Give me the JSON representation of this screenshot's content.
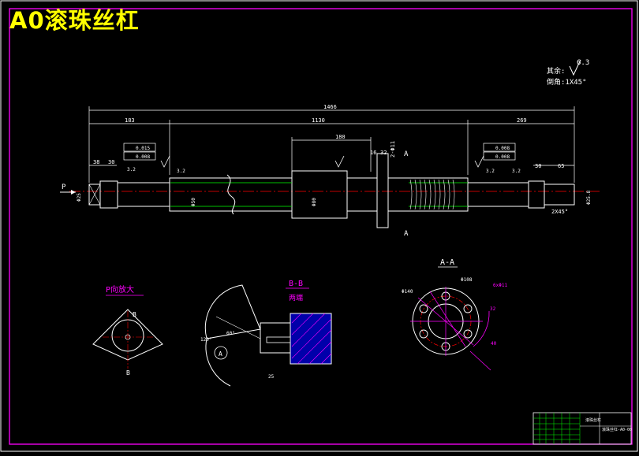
{
  "drawing_title": "A0滚珠丝杠",
  "notes": {
    "roughness_label": "其余:",
    "roughness_value": "6.3",
    "chamfer_label": "倒角:1X45°"
  },
  "dimensions": {
    "overall_length": "1466",
    "left_length": "183",
    "middle_length": "1130",
    "right_length": "269",
    "nut_length": "180",
    "flange_a": "16",
    "flange_b": "32",
    "flange_c": "2-Φ11",
    "left_d1": "38",
    "left_d2": "30",
    "right_d1": "30",
    "right_d2": "65",
    "dia_left_end": "Φ25",
    "chamfer_right": "2X45°",
    "dia_right_end": "Φ25.8",
    "nut_dia": "Φ80",
    "shaft_dia": "Φ50",
    "tol_1": "0.015",
    "tol_2": "0.008",
    "tol_3": "0.008",
    "tol_4": "0.008",
    "ra_1": "3.2",
    "ra_2": "3.2",
    "ra_3": "3.2",
    "ra_4": "3.2"
  },
  "section_labels": {
    "arrow_p": "P",
    "arrow_a_top": "A",
    "arrow_a_bottom": "A",
    "view_p": "P向放大",
    "view_b": "B-B",
    "view_b_sub": "两端",
    "view_a": "A-A",
    "b_top": "B",
    "b_bottom": "B",
    "circle_a": "A",
    "angle_120": "120°",
    "angle_60": "60°",
    "dim_25": "25",
    "pcd": "Φ108",
    "od": "Φ140",
    "bolt": "6xΦ11",
    "dim_32": "32",
    "dim_40": "40"
  },
  "title_block": {
    "name": "滚珠丝杠",
    "drawing_no": "滚珠丝杠-A0-00"
  }
}
